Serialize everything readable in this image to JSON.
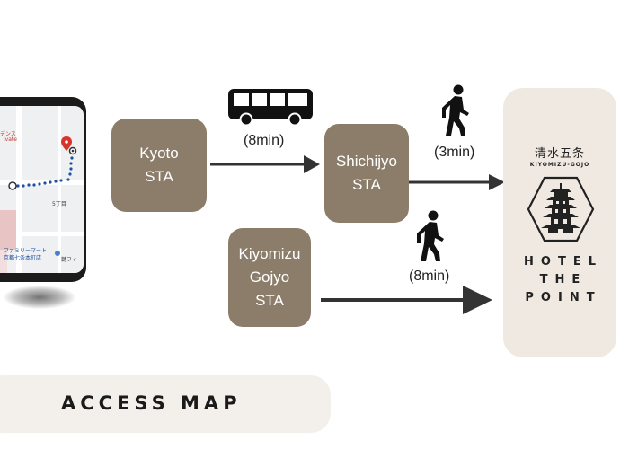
{
  "stations": {
    "kyoto": {
      "lines": [
        "Kyoto",
        "STA"
      ]
    },
    "shichijyo": {
      "lines": [
        "Shichijyo",
        "STA"
      ]
    },
    "kiyomizu": {
      "lines": [
        "Kiyomizu",
        "Gojyo",
        "STA"
      ]
    }
  },
  "routes": {
    "bus": {
      "icon": "bus-icon",
      "time": "(8min)"
    },
    "walk_short": {
      "icon": "walking-person-icon",
      "time": "(3min)"
    },
    "walk_long": {
      "icon": "walking-person-icon",
      "time": "(8min)"
    }
  },
  "hotel": {
    "jp_name": "清水五条",
    "sub_name": "KIYOMIZU-GOJO",
    "name_lines": [
      "HOTEL",
      "THE",
      "POINT"
    ],
    "logo_icon": "pagoda-icon"
  },
  "phone": {
    "icon": "smartphone-map-icon",
    "map_labels": [
      "デンス",
      "ivate",
      "ファミリーマート",
      "京都七条本町店",
      "5丁目",
      "鍵フィ"
    ]
  },
  "banner": {
    "title": "ACCESS MAP"
  },
  "colors": {
    "station_box": "#8c7d6b",
    "hotel_card": "#efe9e1",
    "banner_bg": "#f3f0ec",
    "arrow": "#333333",
    "map_route": "#1f4fa0",
    "map_pin": "#d9342b"
  }
}
